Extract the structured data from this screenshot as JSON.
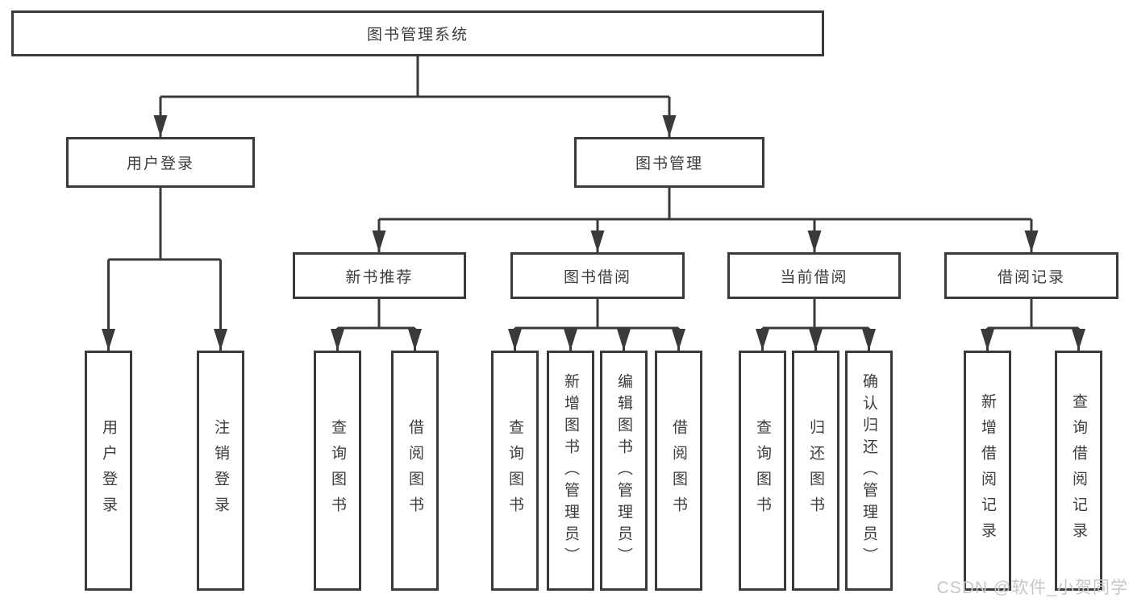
{
  "title": "图书管理系统",
  "watermark": "CSDN @软件_小贺同学",
  "colors": {
    "line": "#3a3a3a",
    "text": "#3c3c3c",
    "background": "#ffffff",
    "watermark": "#c6c6c6"
  },
  "tree": {
    "root": {
      "label": "图书管理系统"
    },
    "branches": [
      {
        "label": "用户登录",
        "children": [
          {
            "label": "用户登录"
          },
          {
            "label": "注销登录"
          }
        ]
      },
      {
        "label": "图书管理",
        "children": [
          {
            "label": "新书推荐",
            "children": [
              {
                "label": "查询图书"
              },
              {
                "label": "借阅图书"
              }
            ]
          },
          {
            "label": "图书借阅",
            "children": [
              {
                "label": "查询图书"
              },
              {
                "label": "新增图书（管理员）"
              },
              {
                "label": "编辑图书（管理员）"
              },
              {
                "label": "借阅图书"
              }
            ]
          },
          {
            "label": "当前借阅",
            "children": [
              {
                "label": "查询图书"
              },
              {
                "label": "归还图书"
              },
              {
                "label": "确认归还（管理员）"
              }
            ]
          },
          {
            "label": "借阅记录",
            "children": [
              {
                "label": "新增借阅记录"
              },
              {
                "label": "查询借阅记录"
              }
            ]
          }
        ]
      }
    ]
  }
}
